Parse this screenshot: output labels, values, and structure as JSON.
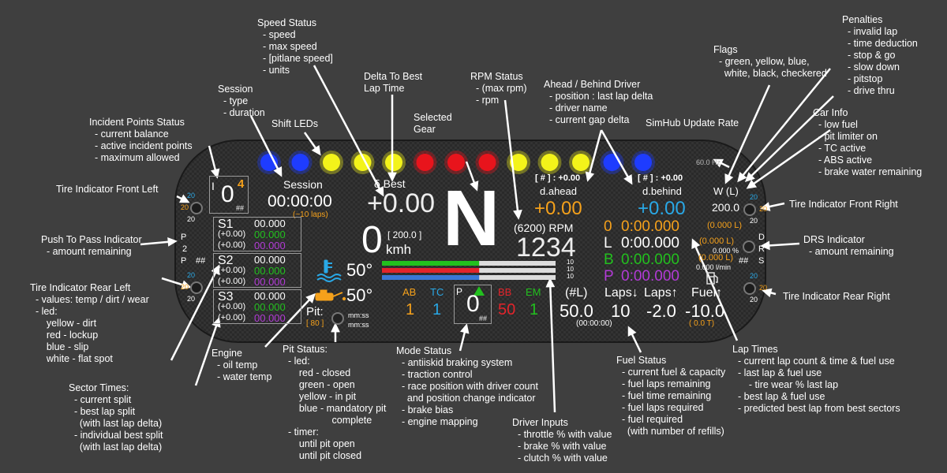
{
  "colors": {
    "background": "#3f3f3f",
    "dash": "#2b2b2b",
    "orange": "#f5a11b",
    "blue": "#29a8e6",
    "green": "#22c01e",
    "purple": "#b23bd6",
    "red": "#e3242b",
    "led_blue": "#1e3cff",
    "led_yellow": "#f3f31a",
    "led_red": "#e8141c"
  },
  "leds": [
    "blue",
    "blue",
    "yellow",
    "yellow",
    "yellow",
    "red",
    "red",
    "red",
    "yellow",
    "yellow",
    "yellow",
    "blue",
    "blue"
  ],
  "annotations": {
    "speed_status": "Speed Status\n  - speed\n  - max speed\n  - [pitlane speed]\n  - units",
    "session": "Session\n  - type\n  - duration",
    "shift_leds": "Shift LEDs",
    "delta_best": "Delta To Best\nLap Time",
    "selected_gear": "Selected\nGear",
    "rpm_status": "RPM Status\n  - (max rpm)\n  - rpm",
    "ahead_behind": "Ahead / Behind Driver\n  - position : last lap delta\n  - driver name\n  - current gap delta",
    "simhub_rate": "SimHub Update Rate",
    "flags": "Flags\n  - green, yellow, blue,\n    white, black, checkered",
    "penalties": "Penalties\n  - invalid lap\n  - time deduction\n  - stop & go\n  - slow down\n  - pitstop\n  - drive thru",
    "car_info": "Car Info\n  - low fuel\n  - pit limiter on\n  - TC active\n  - ABS active\n  - brake water remaining",
    "incident_points": "Incident Points Status\n  - current balance\n  - active incident points\n  - maximum allowed",
    "tire_front_left": "Tire Indicator Front Left",
    "push_to_pass": "Push To Pass Indicator\n  - amount remaining",
    "tire_rear_left": "Tire Indicator Rear Left\n  - values: temp / dirt / wear\n  - led:\n      yellow - dirt\n      red - lockup\n      blue - slip\n      white - flat spot",
    "sector_times": "Sector Times:\n  - current split\n  - best lap split\n    (with last lap delta)\n  - individual best split\n    (with last lap delta)",
    "engine": "Engine\n  - oil temp\n  - water temp",
    "pit_status": "Pit Status:\n  - led:\n      red - closed\n      green - open\n      yellow - in pit\n      blue - mandatory pit\n                  complete\n  - timer:\n      until pit open\n      until pit closed",
    "mode_status": "Mode Status\n  - antiiskid braking system\n  - traction control\n  - race position with driver count\n    and position change indicator\n  - brake bias\n  - engine mapping",
    "driver_inputs": "Driver Inputs\n  - throttle % with value\n  - brake % with value\n  - clutch % with value",
    "fuel_status": "Fuel Status\n  - current fuel & capacity\n  - fuel laps remaining\n  - fuel time remaining\n  - fuel laps required\n  - fuel required\n    (with number of refills)",
    "lap_times": "Lap Times\n  - current lap count & time & fuel use\n  - last lap & fuel use\n      - tire wear % last lap\n  - best lap & fuel use\n  - predicted best lap from best sectors",
    "tire_front_right": "Tire Indicator Front Right",
    "drs": "DRS Indicator\n  - amount remaining",
    "tire_rear_right": "Tire Indicator Rear Right"
  },
  "dash": {
    "simhub_rate": "60.0 Hz",
    "tires": {
      "fl_top": "20",
      "fl_mid": "20",
      "fl_bot": "20",
      "rl_top": "20",
      "rl_mid": "20",
      "rl_bot": "20",
      "fr_top": "20",
      "fr_mid": "20",
      "fr_bot": "20",
      "rr_top": "20",
      "rr_mid": "20",
      "rr_bot": "20"
    },
    "incident": {
      "bar": "I",
      "value": "0",
      "active": "4",
      "max": "##"
    },
    "ptp": {
      "letter": "P",
      "amount": "2",
      "letter2": "P",
      "count": "##"
    },
    "session": {
      "label": "Session",
      "time": "00:00:00",
      "laps": "(~10 laps)"
    },
    "sectors": [
      {
        "name": "S1",
        "current": "00.000",
        "best_delta": "(+0.00)",
        "best": "00.000",
        "ind_delta": "(+0.00)",
        "ind_best": "00.000"
      },
      {
        "name": "S2",
        "current": "00.000",
        "best_delta": "(+0.00)",
        "best": "00.000",
        "ind_delta": "(+0.00)",
        "ind_best": "00.000"
      },
      {
        "name": "S3",
        "current": "00.000",
        "best_delta": "(+0.00)",
        "best": "00.000",
        "ind_delta": "(+0.00)",
        "ind_best": "00.000"
      }
    ],
    "delta": {
      "label": "δ Best",
      "value": "+0.00"
    },
    "speed": {
      "value": "0",
      "max": "[ 200.0 ]",
      "units": "kmh"
    },
    "gear": "N",
    "rpm": {
      "max": "(6200) RPM",
      "value": "1234"
    },
    "ahead": {
      "pos": "[ # ] : +0.00",
      "name": "d.ahead",
      "gap": "+0.00"
    },
    "behind": {
      "pos": "[ # ] : +0.00",
      "name": "d.behind",
      "gap": "+0.00"
    },
    "engine": {
      "water": "50°",
      "oil": "50°"
    },
    "pit": {
      "label": "Pit:",
      "speed": "[ 80 ]",
      "open": "mm:ss",
      "close": "mm:ss"
    },
    "inputs": {
      "t": "10",
      "b": "10",
      "c": "10",
      "throttle_pct": 0.56,
      "brake_pct": 0.56,
      "clutch_pct": 0.56
    },
    "mode": {
      "ab_label": "AB",
      "ab": "1",
      "tc_label": "TC",
      "tc": "1",
      "pos_label": "P",
      "pos": "0",
      "pos_count": "##",
      "bb_label": "BB",
      "bb": "50",
      "em_label": "EM",
      "em": "1"
    },
    "fuel": {
      "label": "(#L)",
      "value": "50.0",
      "time": "(00:00:00)",
      "laps_rem_label": "Laps↓",
      "laps_rem": "10",
      "laps_req_label": "Laps↑",
      "laps_req": "-2.0",
      "req_label": "Fuel↑",
      "req": "-10.0",
      "refills": "( 0.0 T)"
    },
    "laps": {
      "cur_label": "0",
      "cur": "0:00.000",
      "cur_fuel": "(0.000 L)",
      "last_label": "L",
      "last": "0:00.000",
      "last_fuel": "(0.000 L)",
      "wear": "0.000 %",
      "best_label": "B",
      "best": "0:00.000",
      "best_fuel": "(0.000 L)",
      "fuel_rate": "0.000 l/min",
      "pred_label": "P",
      "pred": "0:00.000"
    },
    "flag": {
      "text": "W (L)",
      "speed": "200.0"
    },
    "drs": {
      "d": "D",
      "r": "R",
      "s": "S",
      "count": "##"
    }
  }
}
